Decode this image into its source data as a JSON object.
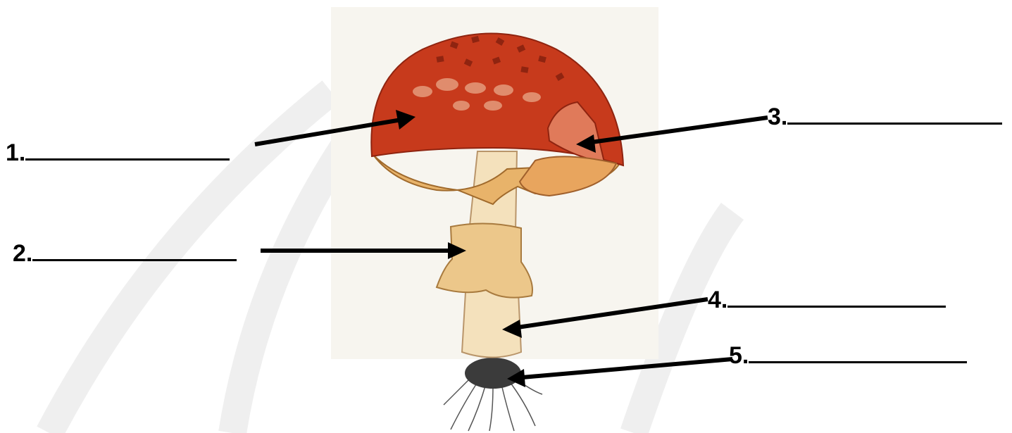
{
  "labels": [
    {
      "number": "1."
    },
    {
      "number": "2."
    },
    {
      "number": "3."
    },
    {
      "number": "4."
    },
    {
      "number": "5."
    }
  ],
  "colors": {
    "cap": "#c73a1c",
    "cap_dark": "#a82a14",
    "gills": "#e8b36a",
    "stem": "#f4e1bc",
    "ring": "#ecc78a",
    "arrow": "#000000"
  }
}
